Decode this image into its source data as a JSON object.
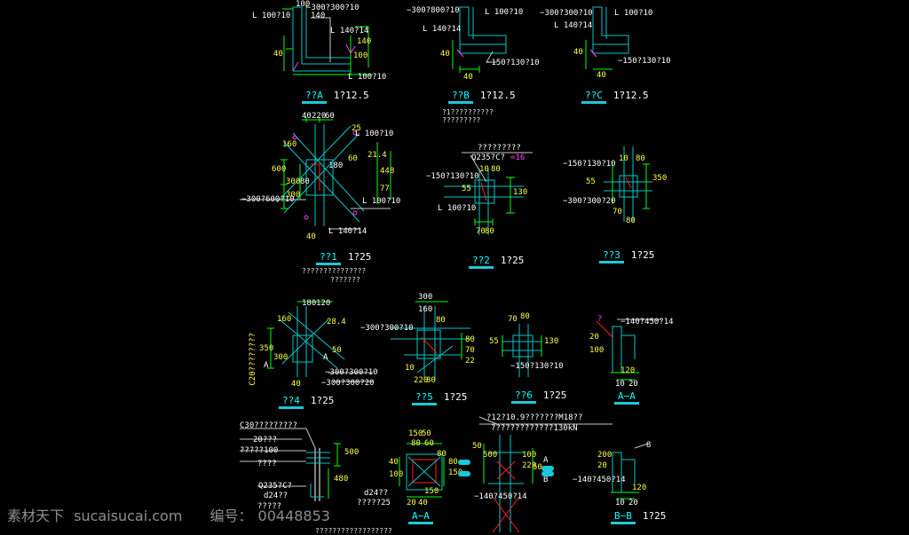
{
  "colors": {
    "bg": "#000000",
    "steel": "#00c8c8",
    "dim": "#00ff00",
    "text": "#ffffff",
    "leader": "#ffff40",
    "accent": "#ff40ff",
    "bubble": "#18c8d8",
    "red": "#ff2020"
  },
  "detailA": {
    "title": "??A",
    "scale": "1?12.5",
    "labels": [
      "100",
      "−300?300?10",
      "L 100?10",
      "140",
      "L 140?14",
      "40",
      "100",
      "140",
      "L 100?10"
    ]
  },
  "detailB": {
    "title": "??B",
    "scale": "1?12.5",
    "labels": [
      "−300?800?10",
      "L 100?10",
      "L 140?14",
      "40",
      "40",
      "−150?130?10"
    ],
    "note1": "?1??????????",
    "note2": "?????????"
  },
  "detailC": {
    "title": "??C",
    "scale": "1?12.5",
    "labels": [
      "−300?300?10",
      "L 100?10",
      "L 140?14",
      "40",
      "40",
      "−150?130?10"
    ]
  },
  "detail1": {
    "title": "??1",
    "scale": "1?25",
    "labels": [
      "40",
      "220",
      "60",
      "160",
      "L 100?10",
      "600",
      "300",
      "300",
      "80",
      "448",
      "77",
      "−300?600?10",
      "L 100?10",
      "40",
      "L 140?14",
      "180",
      "25",
      "60",
      "21.4"
    ],
    "note1": "???????????????",
    "note2": "???????"
  },
  "detail2": {
    "title": "??2",
    "scale": "1?25",
    "labels": [
      "?????????",
      "Q235?C?",
      "=16",
      "10",
      "80",
      "−150?130?10",
      "55",
      "130",
      "L 100?10",
      "70",
      "80"
    ]
  },
  "detail3": {
    "title": "??3",
    "scale": "1?25",
    "labels": [
      "−150?130?10",
      "10",
      "80",
      "55",
      "350",
      "−300?300?20",
      "70",
      "80"
    ]
  },
  "detail4": {
    "title": "??4",
    "scale": "1?25",
    "labels": [
      "180",
      "120",
      "160",
      "C20????????",
      "350",
      "300",
      "A",
      "A",
      "40",
      "−300?300?10",
      "−300?300?20",
      "50",
      "28.4"
    ]
  },
  "detail5": {
    "title": "??5",
    "scale": "1?25",
    "labels": [
      "300",
      "160",
      "−300?300?10",
      "80",
      "80",
      "70",
      "22",
      "220",
      "80",
      "10"
    ]
  },
  "detail6": {
    "title": "??6",
    "scale": "1?25",
    "labels": [
      "70",
      "80",
      "55",
      "130",
      "−150?130?10"
    ]
  },
  "sectionAA1": {
    "title": "A−A",
    "labels": [
      "?",
      "−140?450?14",
      "120",
      "20",
      "10",
      "20",
      "100"
    ]
  },
  "anchor": {
    "labels": [
      "C30?????????",
      "20???",
      "?????100",
      "????",
      "Q235?C?",
      "d24??",
      "?????",
      "500",
      "480"
    ],
    "footer": "??????????????????"
  },
  "sectionAA2": {
    "title": "A−A",
    "labels": [
      "150",
      "50",
      "80",
      "60",
      "80",
      "40",
      "150",
      "20",
      "40",
      "d24??",
      "?????25",
      "80",
      "150",
      "100"
    ]
  },
  "elevation": {
    "labels": [
      "?12?10.9???????M18??",
      "?????????????130kN",
      "50",
      "500",
      "−140?450?14",
      "220",
      "100",
      "50",
      "A",
      "B"
    ]
  },
  "sectionBB": {
    "title": "B−B",
    "scale": "1?25",
    "labels": [
      "8",
      "200",
      "20",
      "120",
      "10",
      "20",
      "−140?450?14"
    ]
  },
  "watermark": {
    "site": "素材天下",
    "domain": "sucaisucai.com",
    "id_label": "编号：",
    "id": "00448853"
  }
}
